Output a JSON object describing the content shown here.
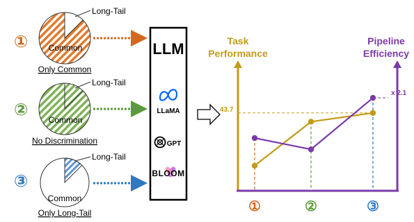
{
  "left_panel": {
    "rows": [
      {
        "number": "①",
        "pie_label": "Common",
        "tail_label": "Long-Tail",
        "caption": "Only Common",
        "color": "#d2691e"
      },
      {
        "number": "②",
        "pie_label": "Common",
        "tail_label": "Long-Tail",
        "caption": "No Discrimination",
        "color": "#5b9a3c"
      },
      {
        "number": "③",
        "pie_label": "Common",
        "tail_label": "Long-Tail",
        "caption": "Only Long-Tail",
        "color": "#2f79c2"
      }
    ]
  },
  "llm_box": {
    "title": "LLM",
    "models": [
      {
        "name": "LLaMA",
        "icon": "meta-infinity-icon"
      },
      {
        "name": "GPT",
        "icon": "openai-knot-icon"
      },
      {
        "name": "BLOOM",
        "icon": "bloom-flower-icon"
      }
    ]
  },
  "chart_data": {
    "type": "line",
    "categories": [
      "①",
      "②",
      "③"
    ],
    "series": [
      {
        "name": "Task Performance",
        "color": "#c49a1a",
        "values": [
          0.2,
          0.55,
          0.62
        ]
      },
      {
        "name": "Pipeline Efficiency",
        "color": "#7b3aa8",
        "values": [
          0.42,
          0.33,
          0.74
        ]
      }
    ],
    "left_axis_label": [
      "Task",
      "Performance"
    ],
    "right_axis_label": [
      "Pipeline",
      "Efficiency"
    ],
    "annotations": {
      "task_value": "43.7",
      "efficiency_gain": "x 2.1"
    },
    "grid": false,
    "colors": {
      "axis_left": "#c49a1a",
      "axis_right": "#7b3aa8",
      "axis_bottom": "#7b3aa8"
    }
  }
}
